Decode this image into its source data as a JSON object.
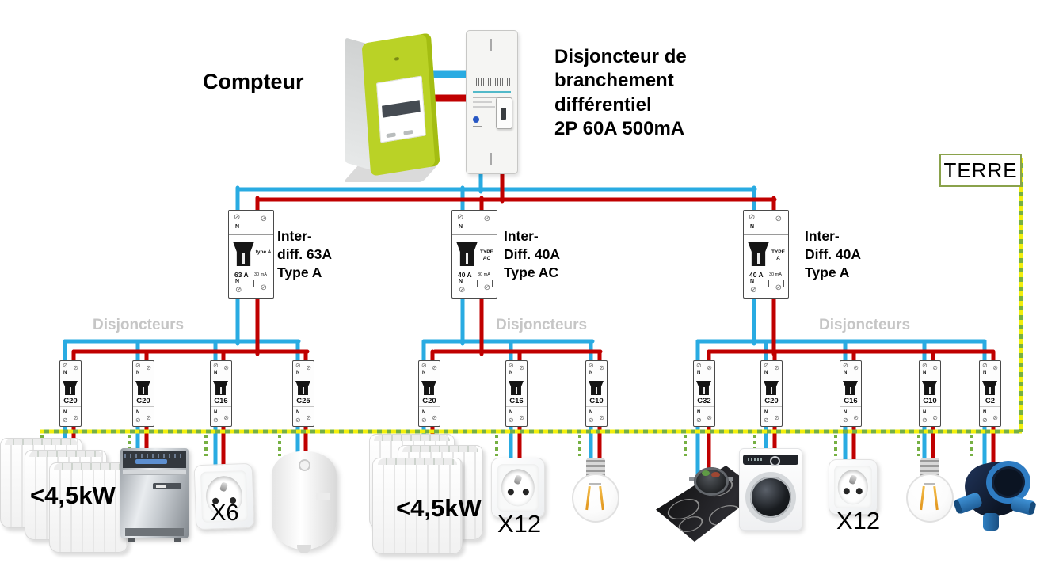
{
  "labels": {
    "compteur": "Compteur",
    "main_breaker": "Disjoncteur de\nbranchement\ndifférentiel\n2P 60A 500mA",
    "terre": "TERRE",
    "disjoncteurs": "Disjoncteurs",
    "neutral": "N"
  },
  "colors": {
    "phase_wire": "#c00000",
    "neutral_wire": "#29abe2",
    "earth_yellow": "#f2ef0c",
    "earth_green": "#76b043",
    "section_label_gray": "#c6c6c6",
    "terre_border_green": "#8aa24b",
    "meter_green": "#bad226"
  },
  "groups": [
    {
      "label": "Inter-\ndiff. 63A\nType A",
      "device": {
        "type": "type A",
        "rating": "63 A",
        "sensitivity": "30 mA"
      },
      "breakers": [
        "C20",
        "C20",
        "C16",
        "C25"
      ]
    },
    {
      "label": "Inter-\nDiff. 40A\nType AC",
      "device": {
        "type": "TYPE\nAC",
        "rating": "40 A",
        "sensitivity": "30 mA"
      },
      "breakers": [
        "C20",
        "C16",
        "C10"
      ]
    },
    {
      "label": "Inter-\nDiff. 40A\nType A",
      "device": {
        "type": "TYPE\nA",
        "rating": "40 A",
        "sensitivity": "30 mA"
      },
      "breakers": [
        "C32",
        "C20",
        "C16",
        "C10",
        "C2"
      ]
    }
  ],
  "appliance_labels": {
    "radiators_group1": "<4,5kW",
    "sockets_group1": "X6",
    "radiators_group2": "<4,5kW",
    "sockets_group2": "X12",
    "sockets_group3": "X12"
  }
}
